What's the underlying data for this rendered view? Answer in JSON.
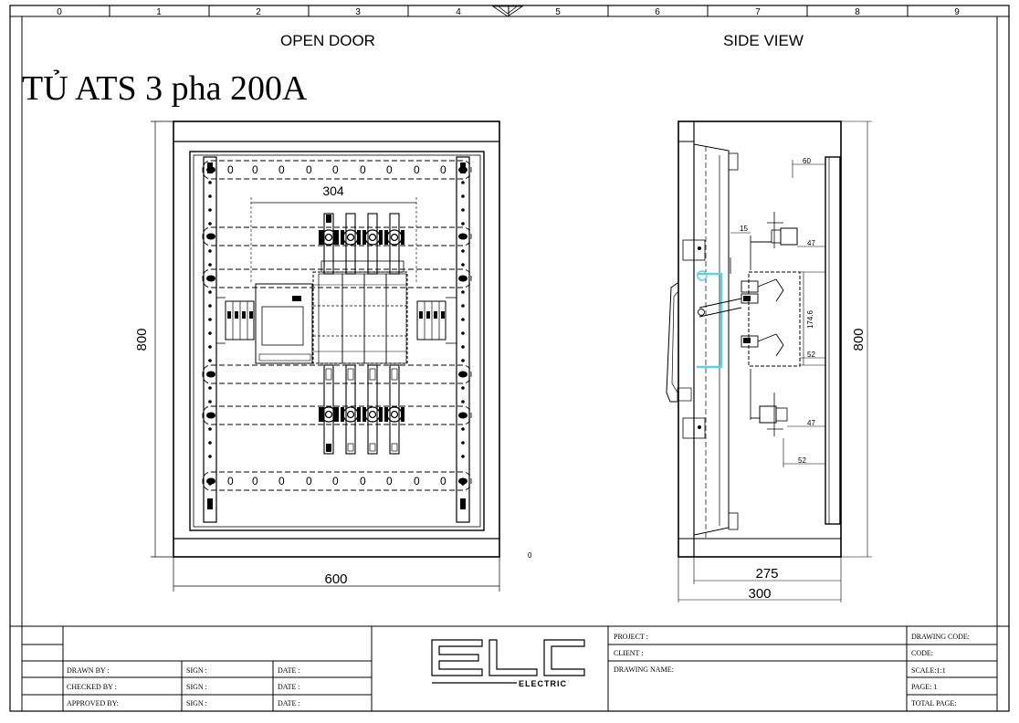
{
  "ruler": {
    "labels": [
      "0",
      "1",
      "2",
      "3",
      "4",
      "5",
      "6",
      "7",
      "8",
      "9"
    ]
  },
  "views": {
    "front_title": "OPEN DOOR",
    "side_title": "SIDE VIEW"
  },
  "heading": "TỦ ATS 3 pha 200A",
  "front": {
    "busbar_marks": [
      "0",
      "0",
      "0",
      "0",
      "0",
      "0",
      "0",
      "0",
      "0",
      "0",
      "0",
      "0"
    ],
    "dim_breaker": "304",
    "dim_height": "800",
    "dim_width": "600",
    "zero_label": "0"
  },
  "side": {
    "dim_60": "60",
    "dim_15": "15",
    "dim_47_top": "47",
    "dim_174_6": "174.6",
    "dim_52_mid": "52",
    "dim_47_bot": "47",
    "dim_52_bot": "52",
    "dim_height": "800",
    "dim_275": "275",
    "dim_300": "300"
  },
  "title_block": {
    "drawn_by": "DRAWN BY    :",
    "checked_by": "CHECKED BY :",
    "approved_by": "APPROVED BY:",
    "sign": "SIGN :",
    "date": "DATE :",
    "logo": "ELC",
    "logo_sub": "ELECTRIC",
    "project": "PROJECT :",
    "client": "CLIENT    :",
    "drawing_name": "DRAWING NAME:",
    "drawing_code": "DRAWING CODE:",
    "code": "CODE:",
    "scale": "SCALE:1:1",
    "page": "PAGE:  1",
    "total_page": "TOTAL PAGE:"
  }
}
